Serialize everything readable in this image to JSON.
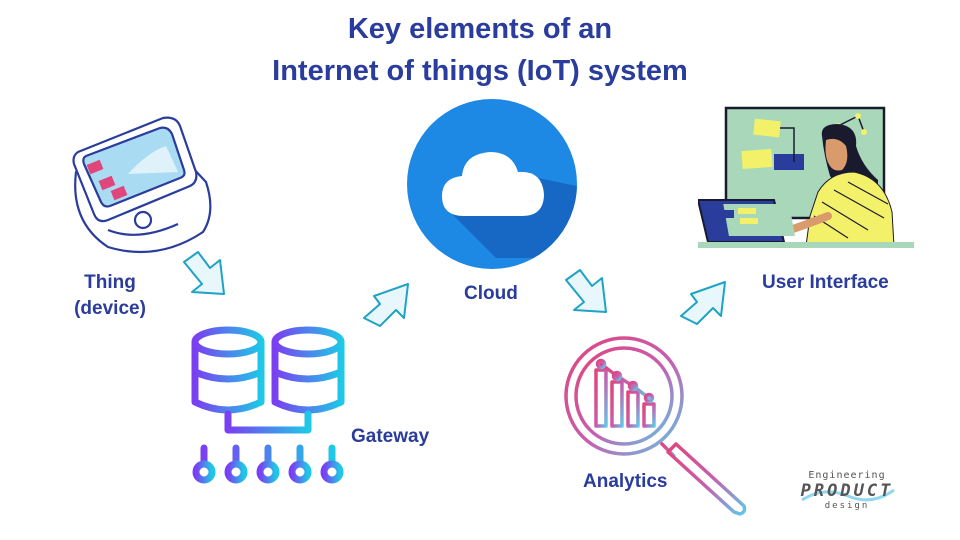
{
  "title": {
    "line1": "Key elements of an",
    "line2": "Internet of things (IoT) system"
  },
  "nodes": {
    "thing": {
      "line1": "Thing",
      "line2": "(device)",
      "icon": "smartwatch-icon"
    },
    "gateway": {
      "label": "Gateway",
      "icon": "database-gateway-icon"
    },
    "cloud": {
      "label": "Cloud",
      "icon": "cloud-icon"
    },
    "analytics": {
      "label": "Analytics",
      "icon": "magnifier-chart-icon"
    },
    "user_interface": {
      "label": "User Interface",
      "icon": "person-at-laptop-icon"
    }
  },
  "logo": {
    "line1": "Engineering",
    "line2": "PRODUCT",
    "line3": "design"
  },
  "colors": {
    "title": "#2a3c9c",
    "arrow_stroke": "#1fa3c4",
    "arrow_fill": "#e8f7fb",
    "cloud_circle": "#1e88e5",
    "gateway_gradient": [
      "#7b3ff2",
      "#1ec8e6"
    ],
    "analytics_gradient": [
      "#e0457b",
      "#5fc8e8"
    ],
    "ui_board": "#a8d8b9",
    "ui_shirt": "#f3f06a"
  }
}
